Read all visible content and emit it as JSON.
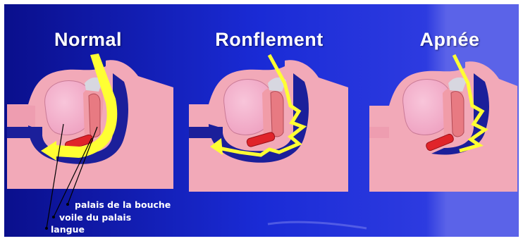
{
  "titles": {
    "normal": "Normal",
    "snoring": "Ronflement",
    "apnea": "Apnée"
  },
  "labels": {
    "palate": "palais de la bouche",
    "soft_palate": "voile du palais",
    "tongue": "langue"
  },
  "colors": {
    "background_dark": "#0a0f8c",
    "background_mid": "#1a2bd6",
    "background_light": "#5b63e8",
    "tissue_pink": "#f2a9b8",
    "tongue_pink": "#f5b7cf",
    "airway_yellow": "#ffff33",
    "uvula_red": "#e0242a",
    "airway_navy": "#1b1f9a"
  }
}
